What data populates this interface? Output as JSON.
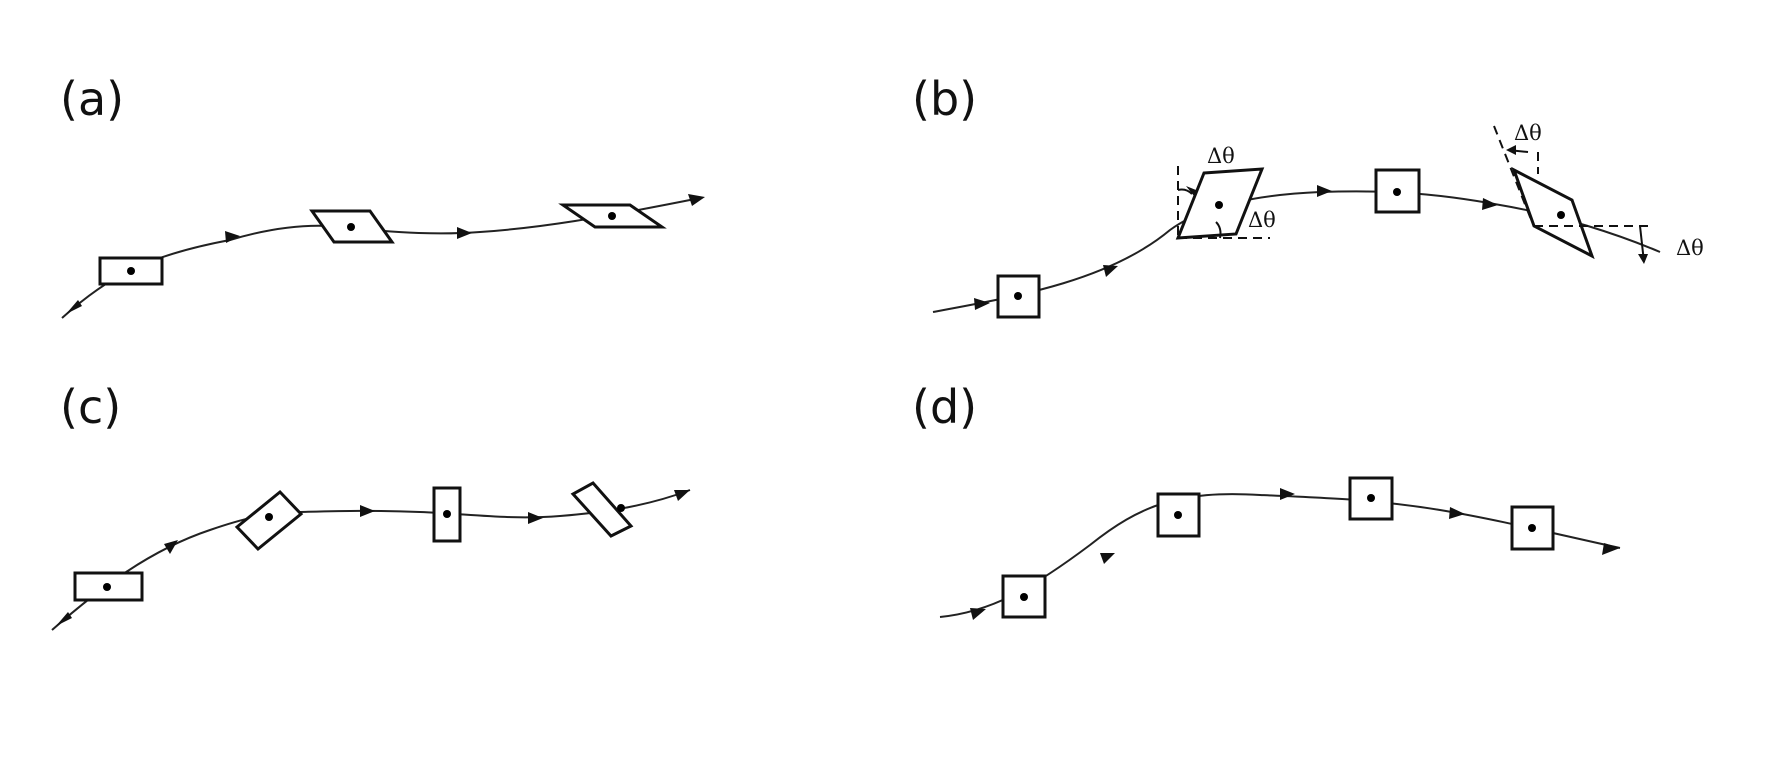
{
  "panels": [
    {
      "id": "a",
      "label": "(a)",
      "description_motion": "translation-with-shear"
    },
    {
      "id": "b",
      "label": "(b)",
      "description_motion": "shear-with-angle",
      "angle_labels": [
        "Δθ",
        "Δθ",
        "Δθ",
        "Δθ"
      ]
    },
    {
      "id": "c",
      "label": "(c)",
      "description_motion": "rotation"
    },
    {
      "id": "d",
      "label": "(d)",
      "description_motion": "pure-translation"
    }
  ],
  "colors": {
    "ink": "#111111",
    "background": "#ffffff"
  }
}
